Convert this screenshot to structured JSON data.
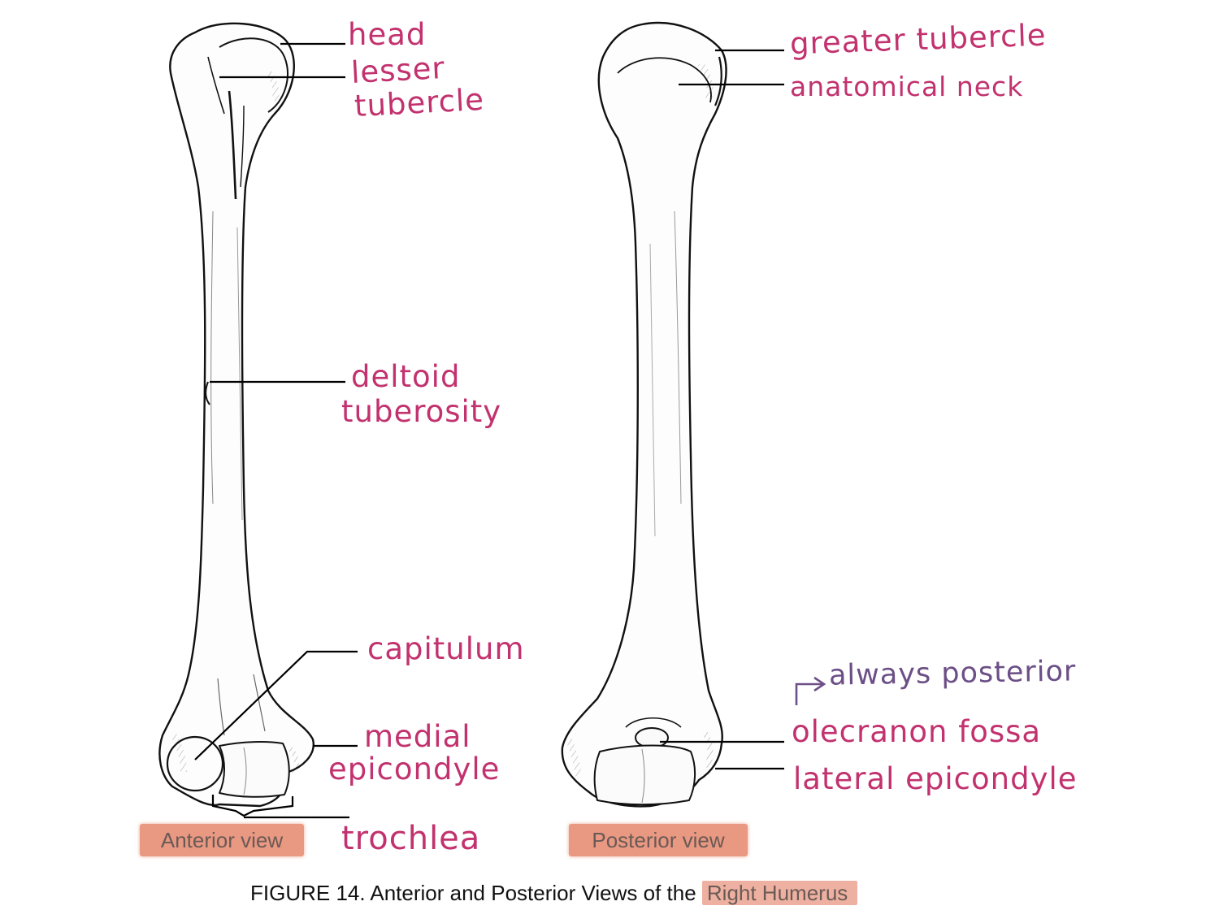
{
  "figure": {
    "caption_prefix": "FIGURE 14.  Anterior and Posterior Views of the ",
    "caption_highlight": "Right Humerus"
  },
  "views": {
    "anterior": "Anterior view",
    "posterior": "Posterior view"
  },
  "annotations": {
    "head": "head",
    "lesser_tubercle_1": "lesser",
    "lesser_tubercle_2": "tubercle",
    "deltoid_tuberosity_1": "deltoid",
    "deltoid_tuberosity_2": "tuberosity",
    "capitulum": "capitulum",
    "medial_epicondyle_1": "medial",
    "medial_epicondyle_2": "epicondyle",
    "trochlea": "trochlea",
    "greater_tubercle": "greater tubercle",
    "anatomical_neck": "anatomical neck",
    "always_posterior": "always posterior",
    "olecranon_fossa": "olecranon fossa",
    "lateral_epicondyle": "lateral epicondyle"
  },
  "colors": {
    "annotation": "#c2326e",
    "note": "#6b4f86",
    "highlight": "#e07052",
    "line": "#000000"
  }
}
